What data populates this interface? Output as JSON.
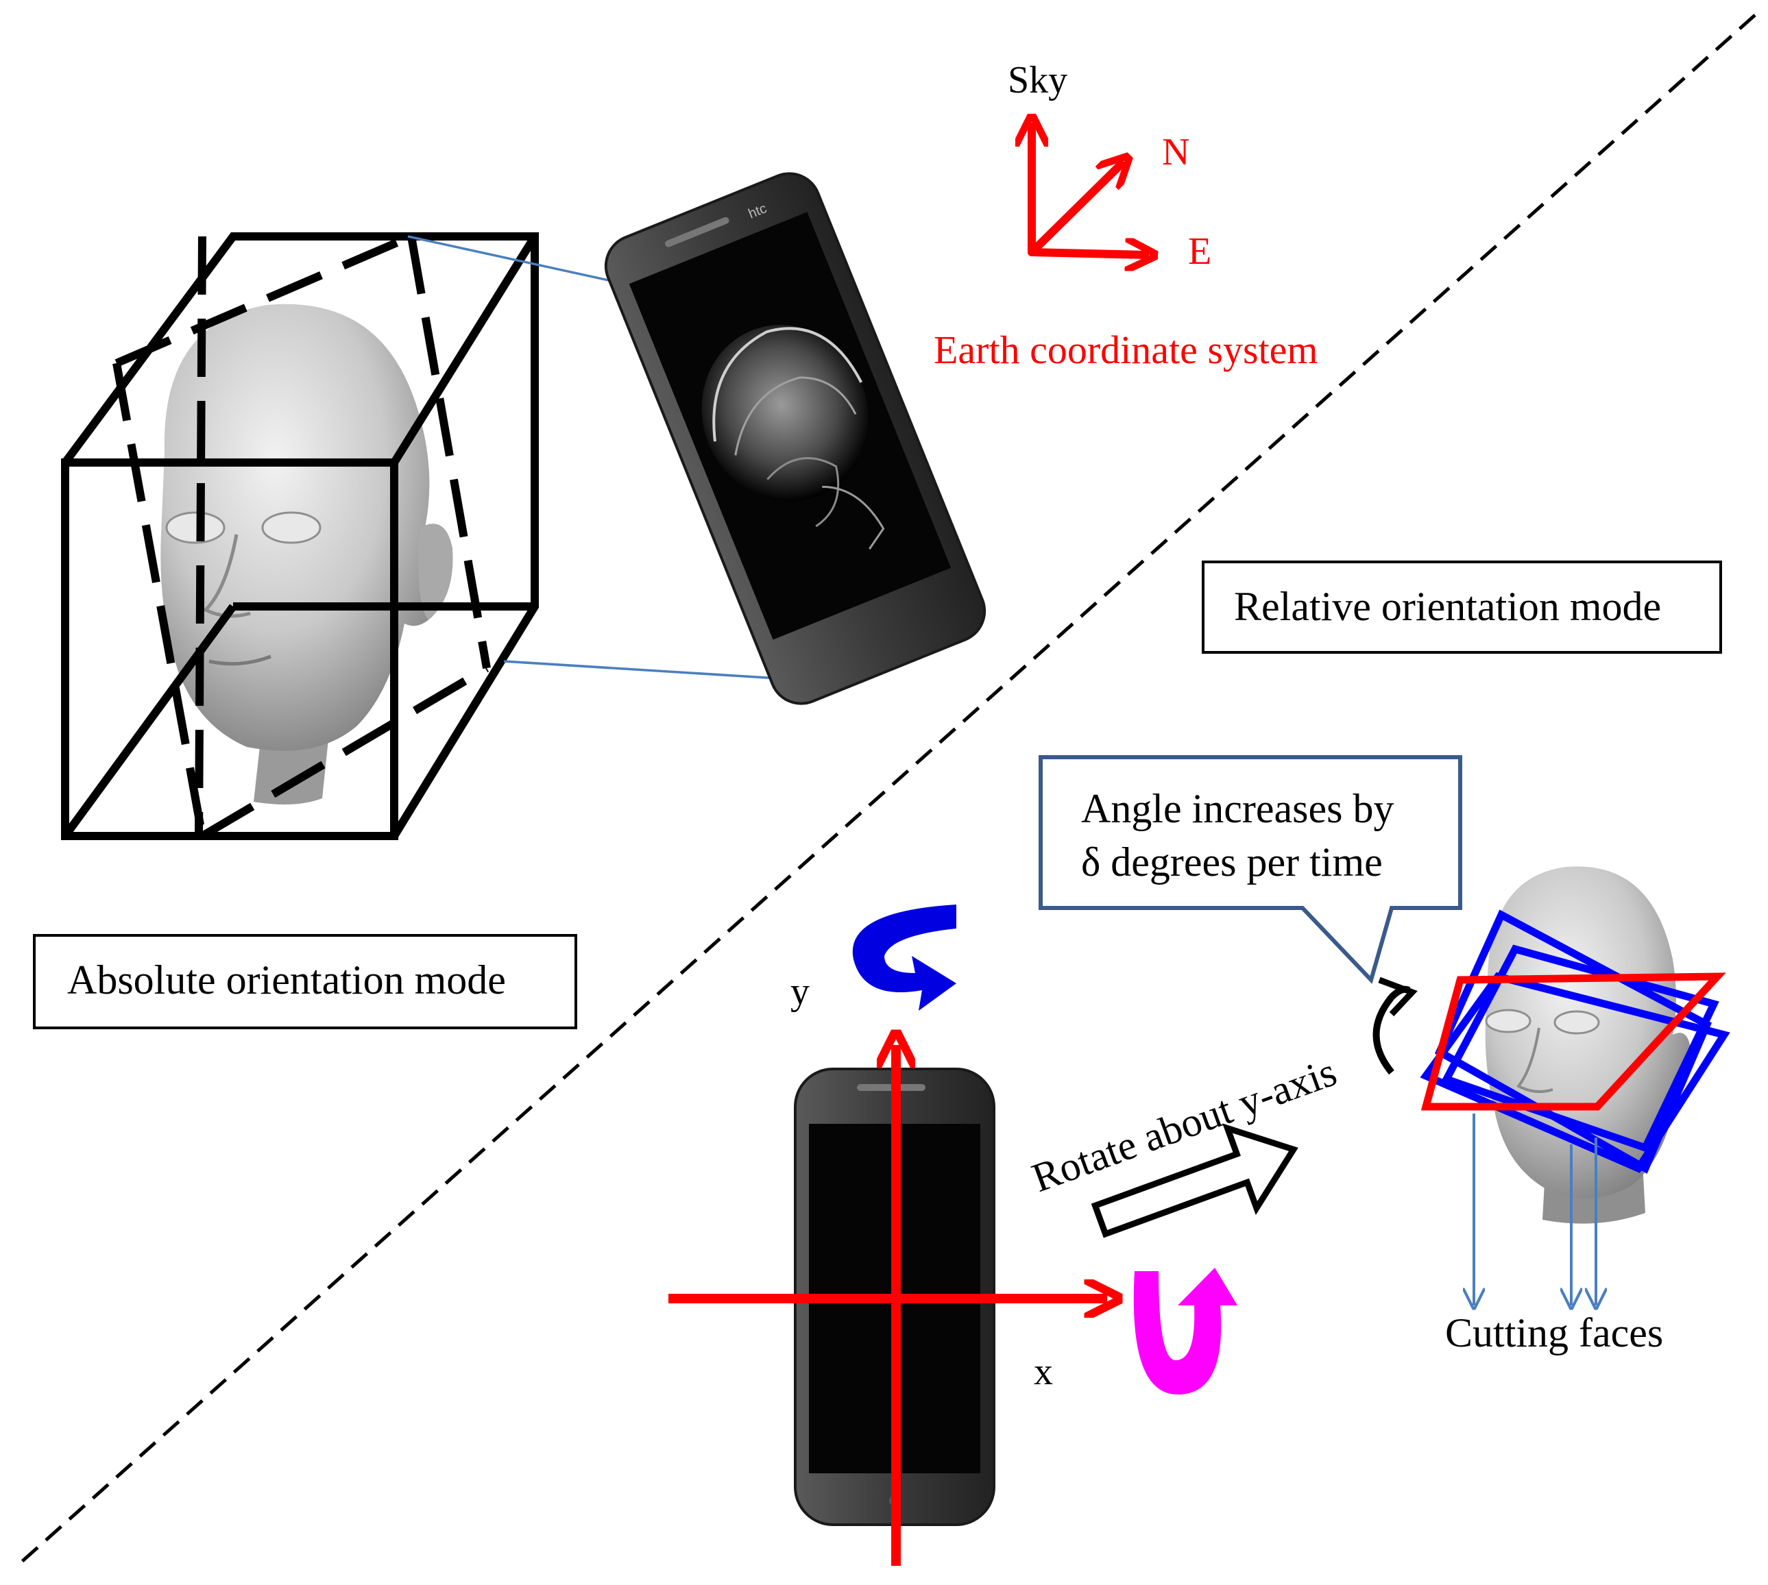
{
  "labels": {
    "absolute_mode": "Absolute orientation mode",
    "relative_mode": "Relative orientation mode",
    "earth_system": "Earth coordinate system",
    "sky": "Sky",
    "north": "N",
    "east": "E",
    "angle_line1": "Angle  increases  by",
    "angle_line2": "δ degrees per time",
    "rotate": "Rotate about y-axis",
    "y_axis": "y",
    "x_axis": "x",
    "cutting_faces": "Cutting faces",
    "phone_brand": "htc"
  },
  "colors": {
    "earth_axes": "#ff0000",
    "phone_axes": "#ff0000",
    "rotate_y_arrow": "#0000e0",
    "rotate_x_arrow": "#ff00ff",
    "callout_border": "#3a5a8a",
    "connector_lines": "#4a7fc0",
    "cutting_arrows": "#4a7fc0",
    "plane_red": "#ff0000",
    "plane_blue": "#0000ff",
    "phone_body": "#3a3a3a"
  },
  "icons": {
    "head_model": "head-icon",
    "smartphone": "smartphone-icon",
    "brain_scan": "brain-scan-icon"
  }
}
